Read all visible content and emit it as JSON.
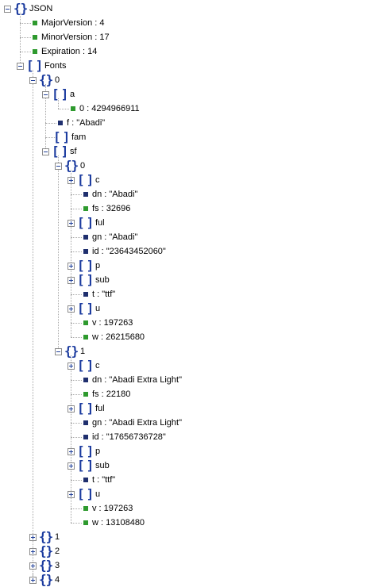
{
  "colors": {
    "number": "#2e9a2e",
    "string": "#1f2f6e",
    "bracket": "#1a3a9e"
  },
  "rows": [
    {
      "t": "object",
      "label": "JSON",
      "expanded": true,
      "depth": 0,
      "last": true
    },
    {
      "t": "number",
      "label": "MajorVersion : 4",
      "depth": 1
    },
    {
      "t": "number",
      "label": "MinorVersion : 17",
      "depth": 1
    },
    {
      "t": "number",
      "label": "Expiration : 14",
      "depth": 1
    },
    {
      "t": "array",
      "label": "Fonts",
      "expanded": true,
      "depth": 1,
      "last": true
    },
    {
      "t": "object",
      "label": "0",
      "expanded": true,
      "depth": 2
    },
    {
      "t": "array",
      "label": "a",
      "expanded": true,
      "depth": 3
    },
    {
      "t": "number",
      "label": "0 : 4294966911",
      "depth": 4,
      "last": true
    },
    {
      "t": "string",
      "label": "f : \"Abadi\"",
      "depth": 3
    },
    {
      "t": "array",
      "label": "fam",
      "depth": 3
    },
    {
      "t": "array",
      "label": "sf",
      "expanded": true,
      "depth": 3,
      "last": true
    },
    {
      "t": "object",
      "label": "0",
      "expanded": true,
      "depth": 4
    },
    {
      "t": "array",
      "label": "c",
      "expanded": false,
      "depth": 5
    },
    {
      "t": "string",
      "label": "dn : \"Abadi\"",
      "depth": 5
    },
    {
      "t": "number",
      "label": "fs : 32696",
      "depth": 5
    },
    {
      "t": "array",
      "label": "ful",
      "expanded": false,
      "depth": 5
    },
    {
      "t": "string",
      "label": "gn : \"Abadi\"",
      "depth": 5
    },
    {
      "t": "string",
      "label": "id : \"23643452060\"",
      "depth": 5
    },
    {
      "t": "array",
      "label": "p",
      "expanded": false,
      "depth": 5
    },
    {
      "t": "array",
      "label": "sub",
      "expanded": false,
      "depth": 5
    },
    {
      "t": "string",
      "label": "t : \"ttf\"",
      "depth": 5
    },
    {
      "t": "array",
      "label": "u",
      "expanded": false,
      "depth": 5
    },
    {
      "t": "number",
      "label": "v : 197263",
      "depth": 5
    },
    {
      "t": "number",
      "label": "w : 26215680",
      "depth": 5,
      "last": true
    },
    {
      "t": "object",
      "label": "1",
      "expanded": true,
      "depth": 4,
      "last": true
    },
    {
      "t": "array",
      "label": "c",
      "expanded": false,
      "depth": 5
    },
    {
      "t": "string",
      "label": "dn : \"Abadi Extra Light\"",
      "depth": 5
    },
    {
      "t": "number",
      "label": "fs : 22180",
      "depth": 5
    },
    {
      "t": "array",
      "label": "ful",
      "expanded": false,
      "depth": 5
    },
    {
      "t": "string",
      "label": "gn : \"Abadi Extra Light\"",
      "depth": 5
    },
    {
      "t": "string",
      "label": "id : \"17656736728\"",
      "depth": 5
    },
    {
      "t": "array",
      "label": "p",
      "expanded": false,
      "depth": 5
    },
    {
      "t": "array",
      "label": "sub",
      "expanded": false,
      "depth": 5
    },
    {
      "t": "string",
      "label": "t : \"ttf\"",
      "depth": 5
    },
    {
      "t": "array",
      "label": "u",
      "expanded": false,
      "depth": 5
    },
    {
      "t": "number",
      "label": "v : 197263",
      "depth": 5
    },
    {
      "t": "number",
      "label": "w : 13108480",
      "depth": 5,
      "last": true
    },
    {
      "t": "object",
      "label": "1",
      "expanded": false,
      "depth": 2
    },
    {
      "t": "object",
      "label": "2",
      "expanded": false,
      "depth": 2
    },
    {
      "t": "object",
      "label": "3",
      "expanded": false,
      "depth": 2
    },
    {
      "t": "object",
      "label": "4",
      "expanded": false,
      "depth": 2
    }
  ]
}
